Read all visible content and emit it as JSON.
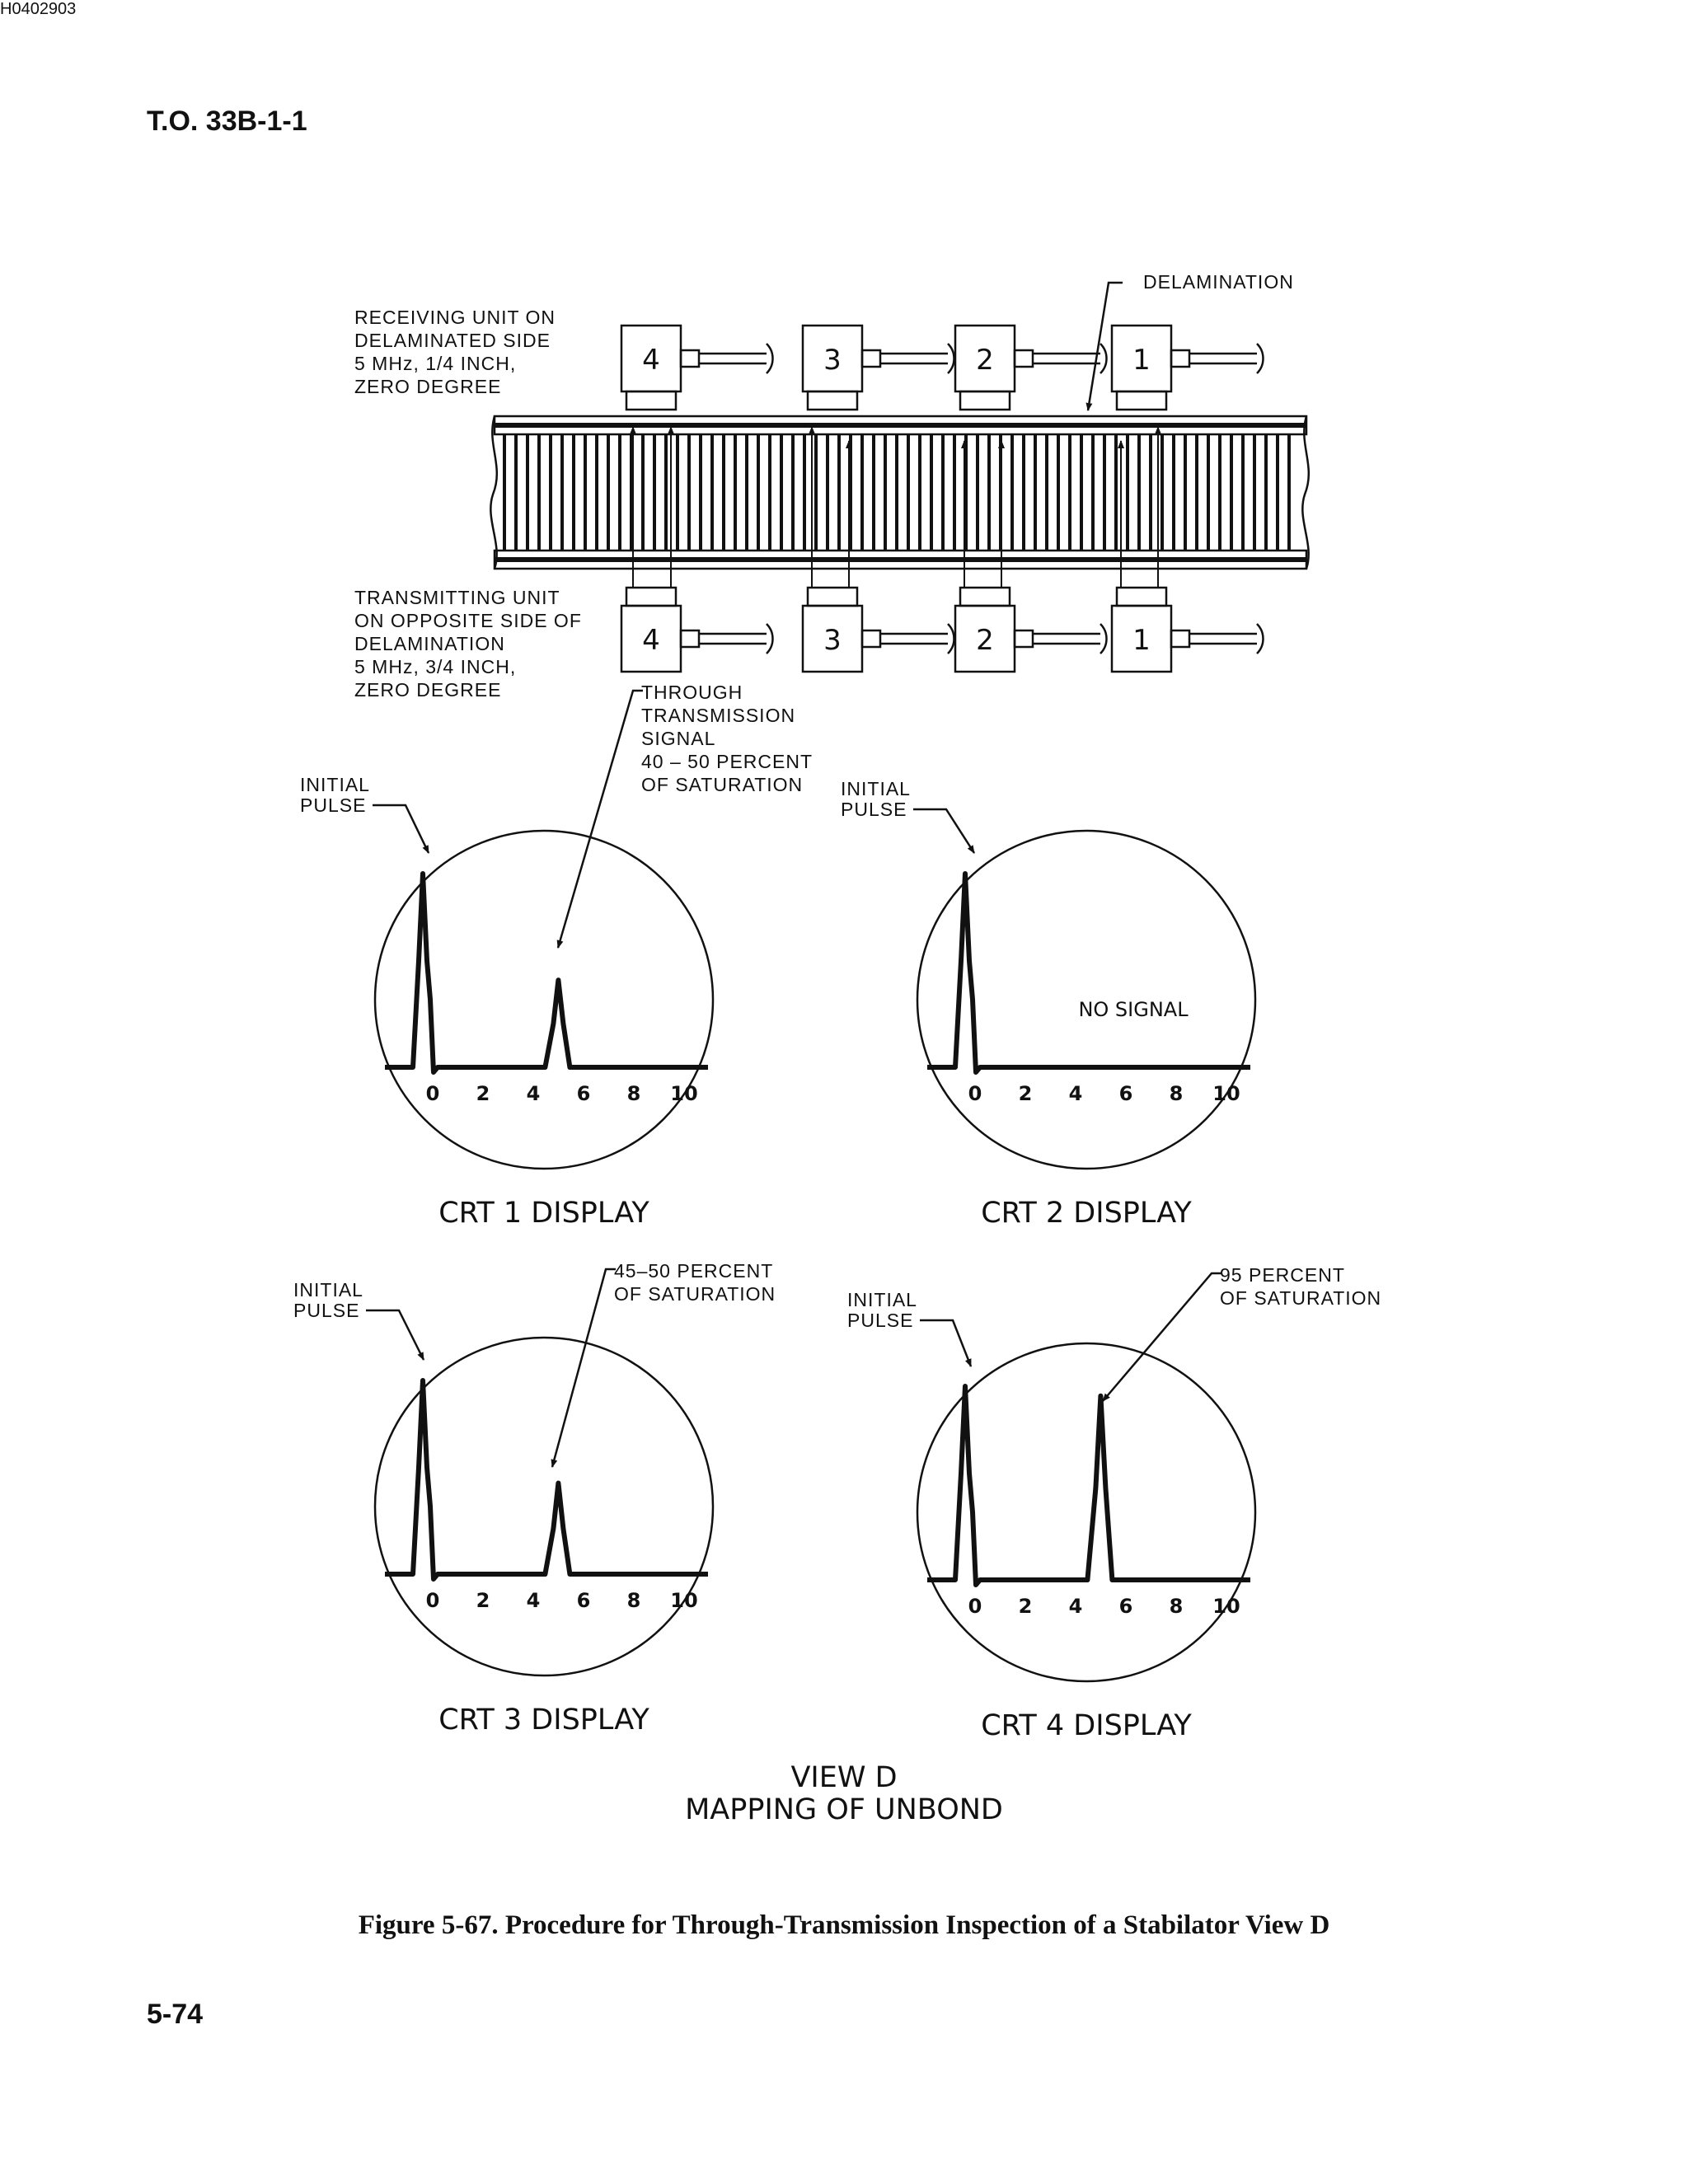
{
  "page": {
    "header": "T.O. 33B-1-1",
    "page_number": "5-74",
    "drawing_code": "H0402903",
    "caption": "Figure 5-67.    Procedure for Through-Transmission Inspection of a Stabilator View D"
  },
  "diagram": {
    "delamination_label": "DELAMINATION",
    "receiving_label": [
      "RECEIVING UNIT ON",
      "DELAMINATED SIDE",
      "5 MHz, 1/4 INCH,",
      "ZERO DEGREE"
    ],
    "transmitting_label": [
      "TRANSMITTING UNIT",
      "ON OPPOSITE SIDE OF",
      "DELAMINATION",
      "5 MHz, 3/4 INCH,",
      "ZERO DEGREE"
    ],
    "unit_numbers": [
      "4",
      "3",
      "2",
      "1"
    ],
    "view_title": [
      "VIEW D",
      "MAPPING OF UNBOND"
    ]
  },
  "displays": [
    {
      "title": "CRT 1 DISPLAY",
      "initial_pulse_label": [
        "INITIAL",
        "PULSE"
      ],
      "callout": [
        "THROUGH",
        "TRANSMISSION",
        "SIGNAL",
        "40 – 50 PERCENT",
        "OF SATURATION"
      ],
      "no_signal_label": "",
      "axis_ticks": [
        "0",
        "2",
        "4",
        "6",
        "8",
        "10"
      ],
      "initial_pulse_amplitude_percent": 100,
      "signal_position": 4.8,
      "signal_amplitude_percent": 45
    },
    {
      "title": "CRT 2 DISPLAY",
      "initial_pulse_label": [
        "INITIAL",
        "PULSE"
      ],
      "callout": [],
      "no_signal_label": "NO SIGNAL",
      "axis_ticks": [
        "0",
        "2",
        "4",
        "6",
        "8",
        "10"
      ],
      "initial_pulse_amplitude_percent": 100,
      "signal_position": null,
      "signal_amplitude_percent": 0
    },
    {
      "title": "CRT 3 DISPLAY",
      "initial_pulse_label": [
        "INITIAL",
        "PULSE"
      ],
      "callout": [
        "45–50 PERCENT",
        "OF SATURATION"
      ],
      "no_signal_label": "",
      "axis_ticks": [
        "0",
        "2",
        "4",
        "6",
        "8",
        "10"
      ],
      "initial_pulse_amplitude_percent": 100,
      "signal_position": 4.8,
      "signal_amplitude_percent": 47
    },
    {
      "title": "CRT 4 DISPLAY",
      "initial_pulse_label": [
        "INITIAL",
        "PULSE"
      ],
      "callout": [
        "95 PERCENT",
        "OF SATURATION"
      ],
      "no_signal_label": "",
      "axis_ticks": [
        "0",
        "2",
        "4",
        "6",
        "8",
        "10"
      ],
      "initial_pulse_amplitude_percent": 100,
      "signal_position": 4.8,
      "signal_amplitude_percent": 95
    }
  ]
}
